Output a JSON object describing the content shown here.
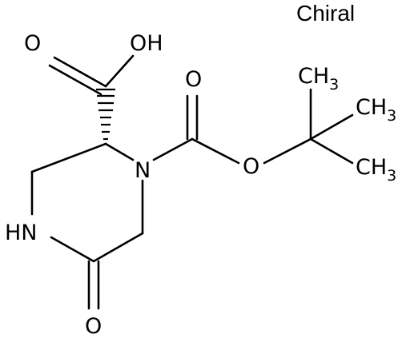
{
  "figure": {
    "chiral_label": "Chiral",
    "atoms": {
      "o_carbonyl_acid": "O",
      "oh_acid": "OH",
      "o_boc_carbonyl": "O",
      "o_boc_ester": "O",
      "n_ring_boc": "N",
      "nh_ring": "HN",
      "o_lactam": "O",
      "ch3_top": {
        "main": "CH",
        "sub": "3"
      },
      "ch3_mid": {
        "main": "CH",
        "sub": "3"
      },
      "ch3_bot": {
        "main": "CH",
        "sub": "3"
      }
    },
    "colors": {
      "ink": "#000000",
      "background": "#ffffff"
    }
  }
}
